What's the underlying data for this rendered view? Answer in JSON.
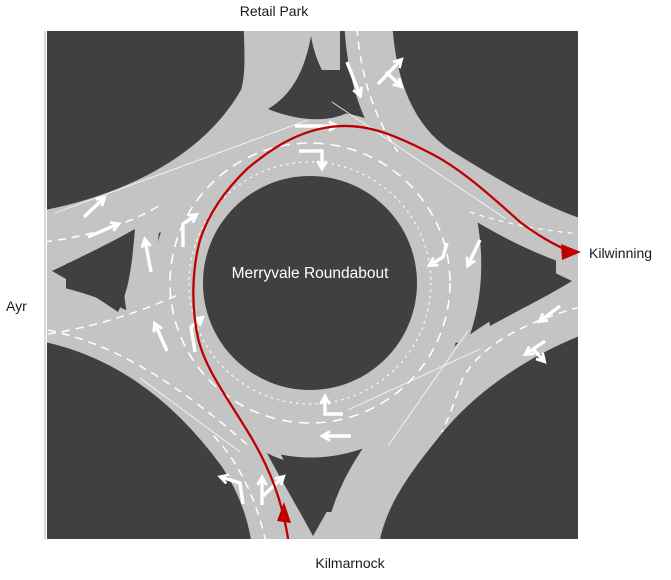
{
  "diagram": {
    "island_label": "Merryvale Roundabout"
  },
  "labels": {
    "top": "Retail Park",
    "right": "Kilwinning",
    "bottom": "Kilmarnock",
    "left": "Ayr"
  },
  "colors": {
    "background_dark": "#404040",
    "road_gray": "#C4C4C4",
    "marking_white": "#FFFFFF",
    "route_red": "#C00000",
    "label_text": "#1A1A1A",
    "page_background": "#FFFFFF"
  },
  "markings": {
    "route_line": "red-route-kilmarnock-to-kilwinning",
    "lane_dividers": "white-dashed",
    "inner_lane_guide": "white-dotted"
  }
}
